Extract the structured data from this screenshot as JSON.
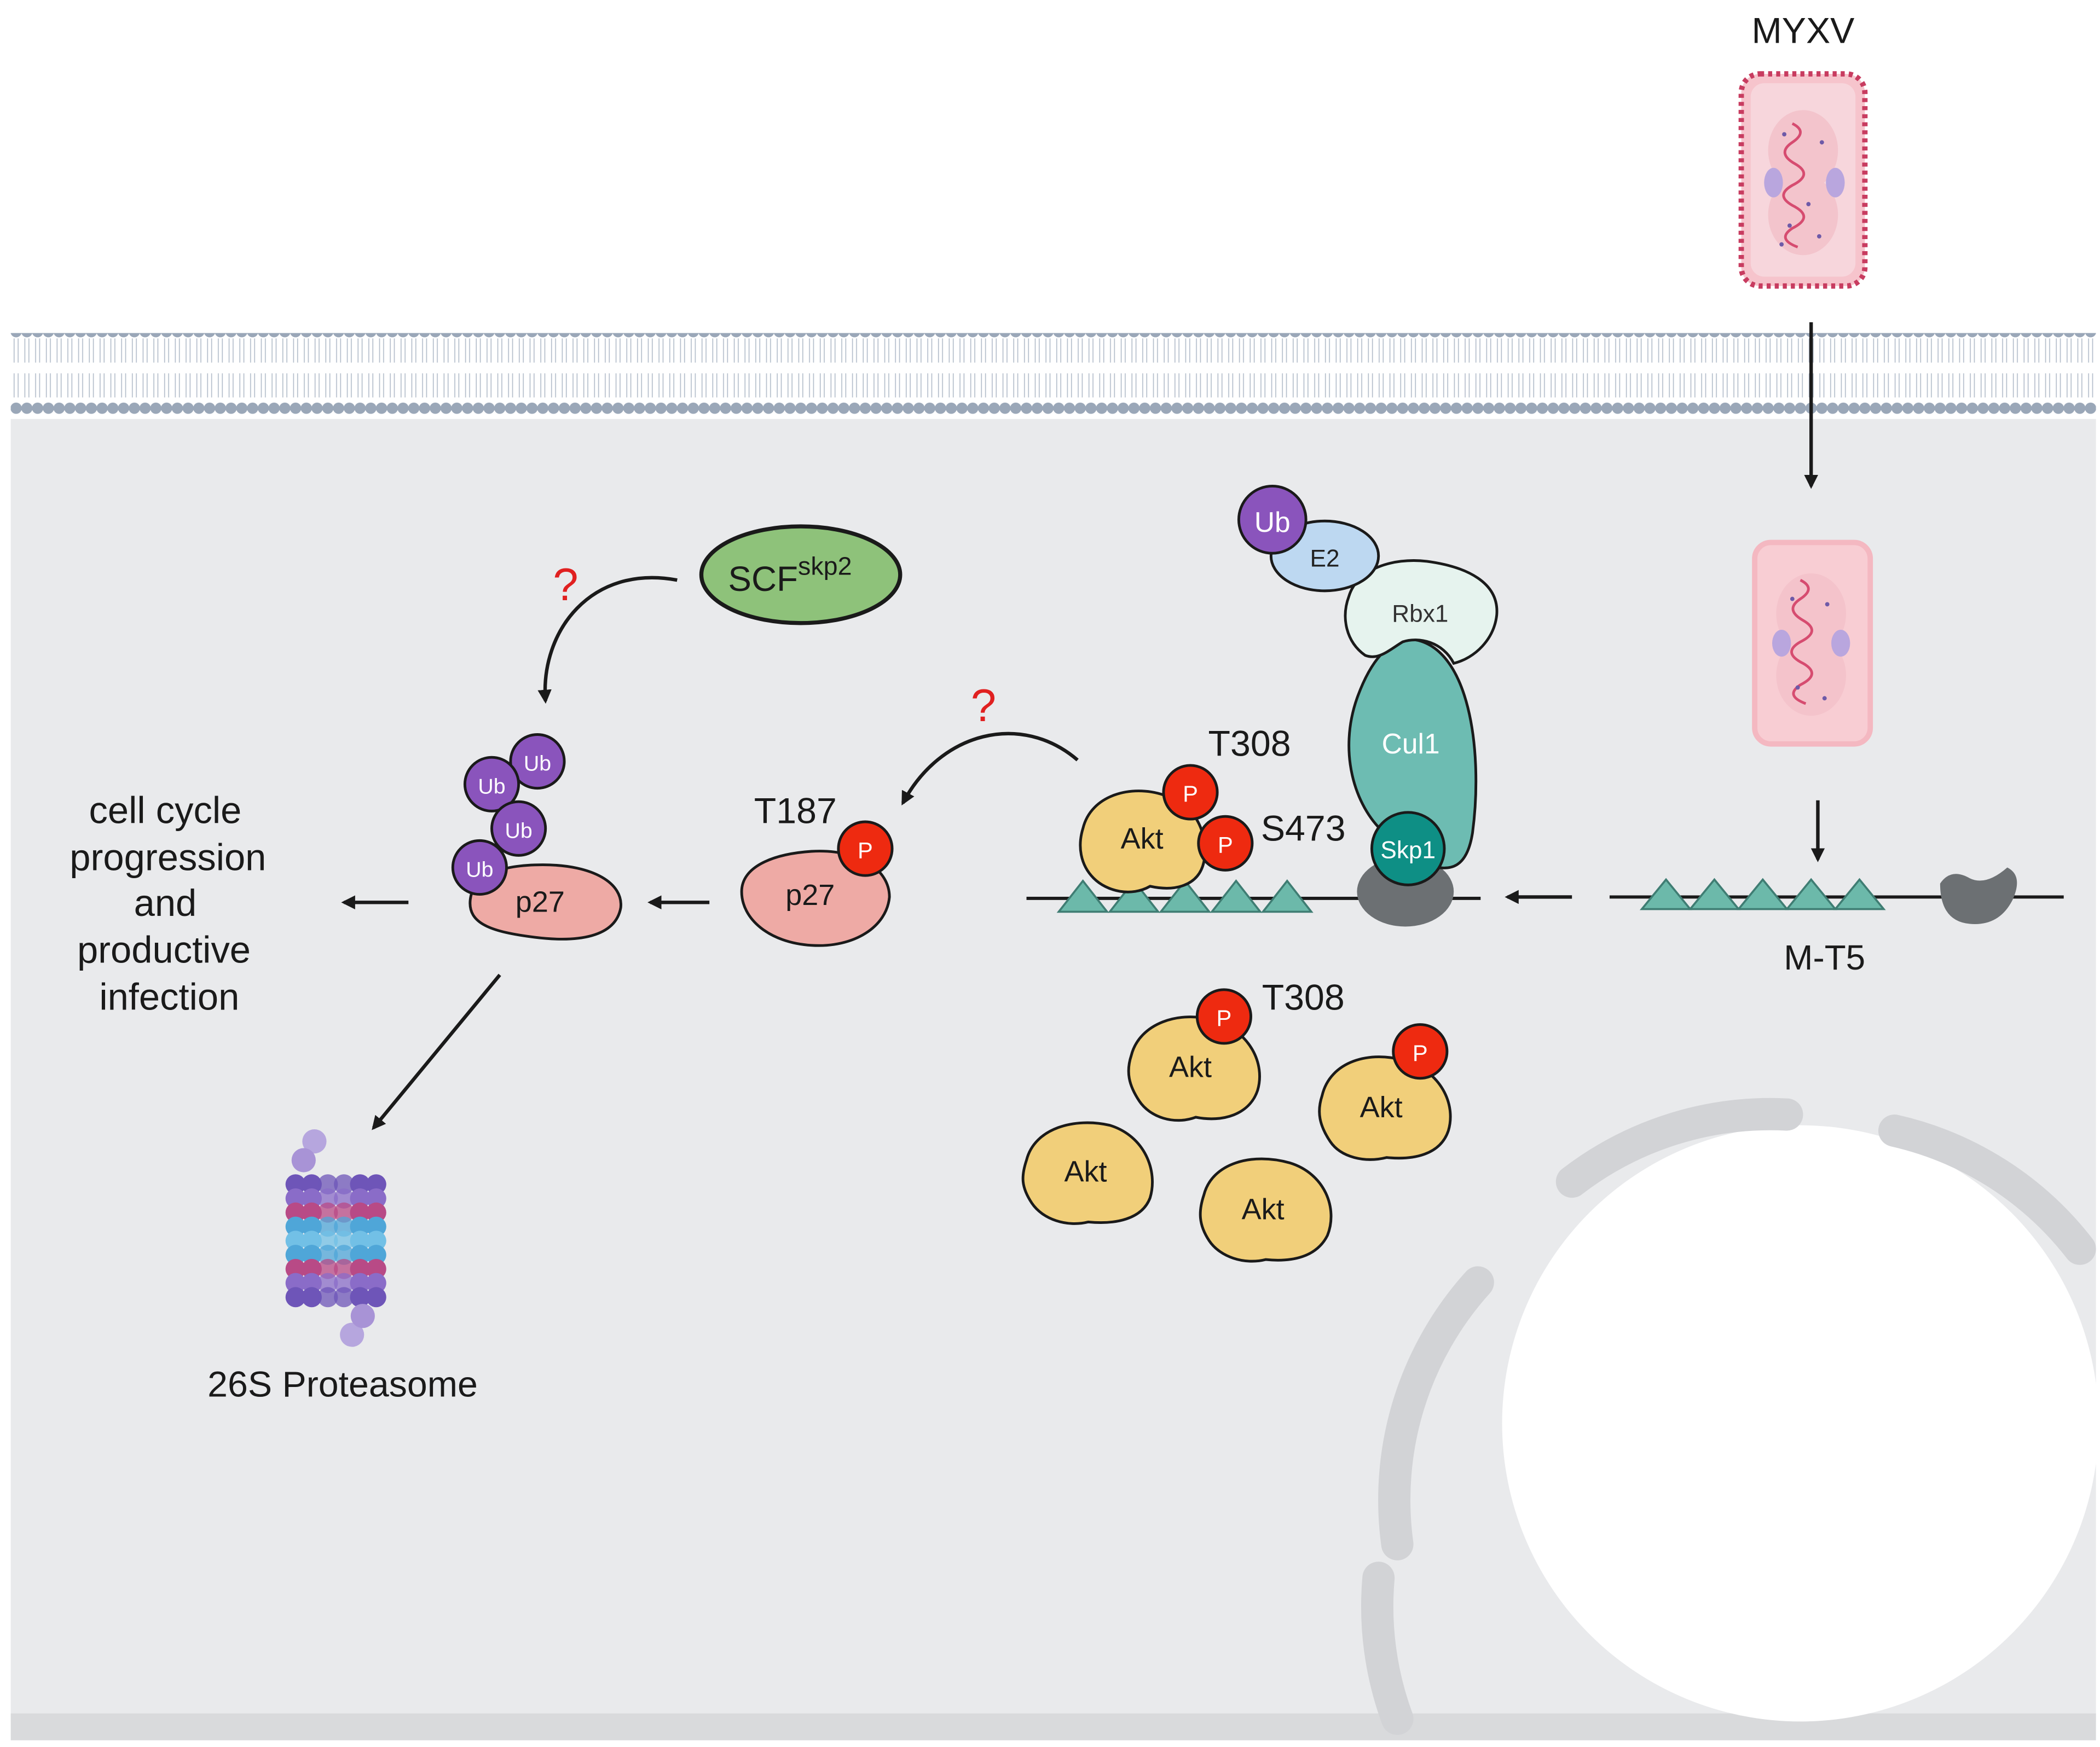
{
  "virus": {
    "label": "MYXV"
  },
  "viral_protein": {
    "label": "M-T5"
  },
  "ligase_complex": {
    "ub": "Ub",
    "e2": "E2",
    "rbx1": "Rbx1",
    "cul1": "Cul1",
    "skp1": "Skp1"
  },
  "akt_bound": {
    "label": "Akt",
    "site_t308": "T308",
    "site_s473": "S473",
    "phospho": "P"
  },
  "akt_free": [
    {
      "label": "Akt",
      "phospho": "P",
      "site": "T308"
    },
    {
      "label": "Akt",
      "phospho": "P",
      "site": ""
    },
    {
      "label": "Akt",
      "phospho": "",
      "site": ""
    },
    {
      "label": "Akt",
      "phospho": "",
      "site": ""
    }
  ],
  "p27_phospho": {
    "label": "p27",
    "site": "T187",
    "phospho": "P"
  },
  "p27_ub": {
    "label": "p27",
    "ub_tags": [
      "Ub",
      "Ub",
      "Ub",
      "Ub"
    ]
  },
  "scf": {
    "base": "SCF",
    "superscript": "skp2"
  },
  "unknown_marks": [
    "?",
    "?"
  ],
  "outcome": {
    "lines": [
      "cell cycle",
      "progression",
      "and",
      "productive",
      "infection"
    ]
  },
  "proteasome": {
    "label": "26S Proteasome"
  },
  "colors": {
    "cytoplasm": "#e9eaec",
    "membrane_heads": "#9aa7b8",
    "akt": "#f1cf7a",
    "p27": "#eeaaa5",
    "phospho": "#ee2a10",
    "ubiquitin": "#8a54bc",
    "cul1": "#6dbcb2",
    "skp1": "#0e8f85",
    "scf": "#8ec27a",
    "ankyrin": "#6cb9aa",
    "question": "#e02020"
  }
}
